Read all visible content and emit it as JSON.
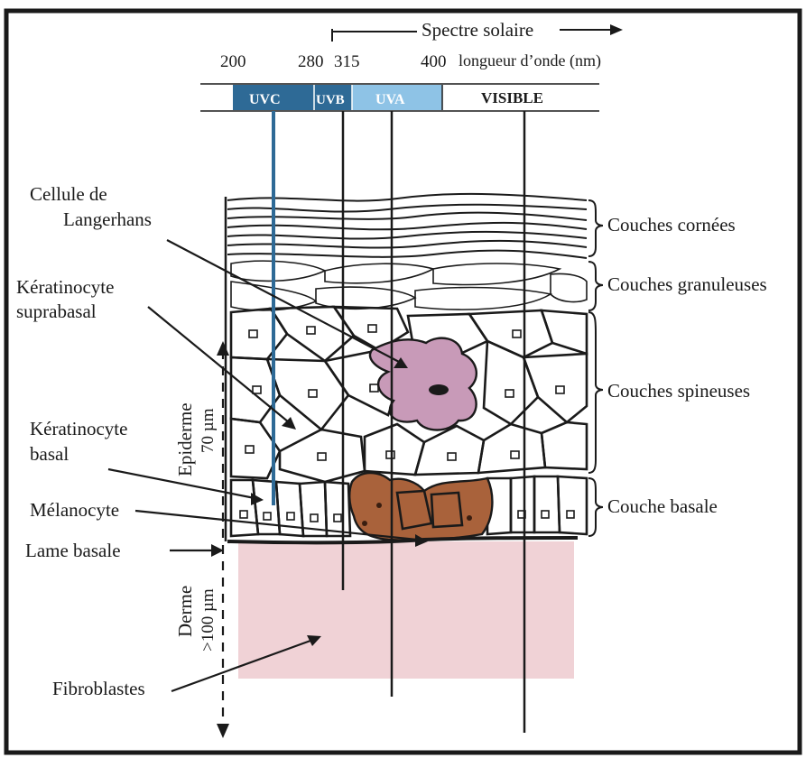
{
  "spectrum": {
    "title": "Spectre solaire",
    "wavelength_label": "longueur d’onde (nm)",
    "ticks": [
      "200",
      "280",
      "315",
      "400"
    ],
    "bands": [
      {
        "label": "UVC",
        "fill": "#2e6a96",
        "text_color": "#ffffff"
      },
      {
        "label": "UVB",
        "fill": "#2e6a96",
        "text_color": "#ffffff"
      },
      {
        "label": "UVA",
        "fill": "#8ec3e6",
        "text_color": "#ffffff"
      },
      {
        "label": "VISIBLE",
        "fill": "#ffffff",
        "text_color": "#1a1a1a"
      }
    ]
  },
  "layers": {
    "cornee": "Couches cornées",
    "granuleuse": "Couches granuleuses",
    "spineuse": "Couches spineuses",
    "basale": "Couche basale"
  },
  "cells": {
    "langerhans": [
      "Cellule de",
      "Langerhans"
    ],
    "suprabasal": [
      "Kératinocyte",
      "suprabasal"
    ],
    "basal": [
      "Kératinocyte",
      "basal"
    ],
    "melanocyte": "Mélanocyte",
    "lame_basale": "Lame basale",
    "fibroblastes": "Fibroblastes"
  },
  "depth": {
    "epiderme": "Epiderme",
    "epiderme_size": "70 µm",
    "derme": "Derme",
    "derme_size": ">100 µm"
  },
  "colors": {
    "border": "#1a1a1a",
    "derme": "#f0d2d6",
    "langerhans_cell": "#c89ab8",
    "melanocyte_cell": "#a9623b"
  }
}
